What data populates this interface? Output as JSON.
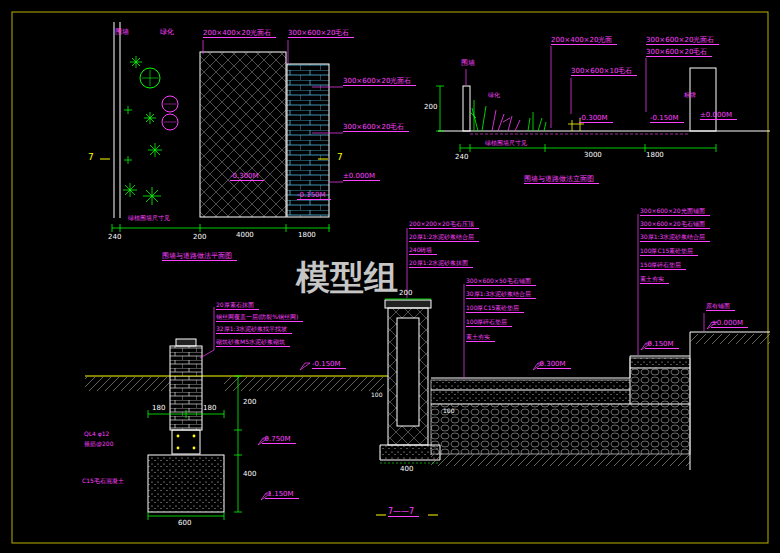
{
  "diagram": {
    "labels": [
      "围墙",
      "绿化",
      "200×400×20光面石",
      "300×600×20毛石",
      "300×600×20光面石",
      "300×600×20毛石",
      "7",
      "7",
      "-0.300M",
      "±0.000M",
      "-0.150M",
      "绿植围墙尺寸见",
      "240",
      "200",
      "4000",
      "1800",
      "围墙与道路做法平面图",
      "200×400×20光面",
      "300×600×20光面石",
      "300×600×20毛石",
      "300×600×10毛石",
      "围墙",
      "绿化",
      "标牌",
      "±0.000M",
      "-0.300M",
      "-0.150M",
      "200",
      "绿植围墙尺寸见",
      "240",
      "3000",
      "1800",
      "围墙与道路做法立面图",
      "模型组",
      "20厚素石抹面",
      "钢丝网覆盖一层(防裂%钢丝网)",
      "32厚1:3水泥砂浆找平找坡",
      "砌筑砂浆M5水泥砂浆砌筑",
      "-0.150M",
      "180",
      "180",
      "200",
      "-0.750M",
      "QL4 φ12",
      "箍筋@200",
      "400",
      "C15毛石混凝土",
      "-1.150M",
      "600",
      "200×200×20毛石压顶",
      "20厚1:2水泥砂浆结合层",
      "240砖墙",
      "20厚1:2水泥砂浆抹面",
      "300×600×50毛石铺面",
      "30厚1:3水泥砂浆结合层",
      "100厚C15素砼垫层",
      "100厚碎石垫层",
      "素土夯实",
      "200",
      "-0.300M",
      "100",
      "100",
      "400",
      "7——7",
      "300×600×20光面铺面",
      "300×600×20毛石铺面",
      "30厚1:3水泥砂浆结合层",
      "100厚C15素砼垫层",
      "150厚碎石垫层",
      "素土夯实",
      "原有铺面",
      "±0.000M",
      "-0.150M"
    ]
  }
}
